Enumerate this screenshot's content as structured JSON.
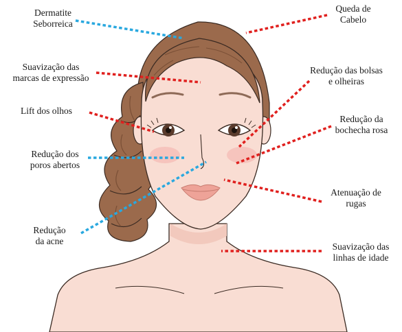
{
  "colors": {
    "skin": "#f9ddd3",
    "skin_shadow": "#f2c9bd",
    "hair": "#9b6a4c",
    "hair_dark": "#7a4f36",
    "outline": "#3a2a22",
    "lips": "#eea398",
    "blush": "#f5b9b3",
    "red_marker": "#e0201e",
    "blue_marker": "#29a8df"
  },
  "labels": {
    "dermatite": [
      "Dermatite",
      "Seborreica"
    ],
    "queda": [
      "Queda de",
      "Cabelo"
    ],
    "suavizacao_marcas": [
      "Suavização das",
      "marcas de expressão"
    ],
    "bolsas": [
      "Redução das bolsas",
      "e olheiras"
    ],
    "lift": [
      "Lift dos olhos"
    ],
    "bochecha": [
      "Redução da",
      "bochecha rosa"
    ],
    "poros": [
      "Redução dos",
      "poros abertos"
    ],
    "rugas": [
      "Atenuação de",
      "rugas"
    ],
    "acne": [
      "Redução",
      "da acne"
    ],
    "linhas": [
      "Suavização das",
      "linhas de idade"
    ]
  },
  "markers": [
    {
      "label": "dermatite",
      "color": "blue"
    },
    {
      "label": "queda",
      "color": "red"
    },
    {
      "label": "suavizacao_marcas",
      "color": "red"
    },
    {
      "label": "bolsas",
      "color": "red"
    },
    {
      "label": "lift",
      "color": "red"
    },
    {
      "label": "bochecha",
      "color": "red"
    },
    {
      "label": "poros",
      "color": "blue"
    },
    {
      "label": "rugas",
      "color": "red"
    },
    {
      "label": "acne",
      "color": "blue"
    },
    {
      "label": "linhas",
      "color": "red"
    }
  ]
}
